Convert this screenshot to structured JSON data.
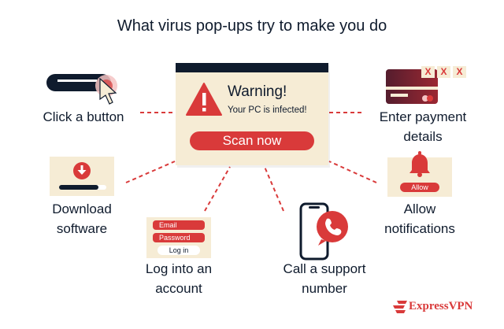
{
  "title": "What virus pop-ups try to make you do",
  "center": {
    "warning_title": "Warning!",
    "warning_subtitle": "Your PC is infected!",
    "scan_button": "Scan now"
  },
  "items": {
    "click_button": "Click a button",
    "enter_payment": [
      "Enter payment",
      "details"
    ],
    "download_software": [
      "Download",
      "software"
    ],
    "allow_notifications": [
      "Allow",
      "notifications"
    ],
    "log_into_account": [
      "Log into an",
      "account"
    ],
    "call_support": [
      "Call a support",
      "number"
    ]
  },
  "login_form": {
    "email": "Email",
    "password": "Password",
    "login_button": "Log in"
  },
  "allow_button": "Allow",
  "payment_close_marks": [
    "X",
    "X",
    "X"
  ],
  "download_progress": 0.83,
  "brand": "ExpressVPN",
  "colors": {
    "navy": "#0f1b2d",
    "red": "#d93a3a",
    "cream": "#f6ecd5",
    "credit_card": "#7a1e2e"
  }
}
